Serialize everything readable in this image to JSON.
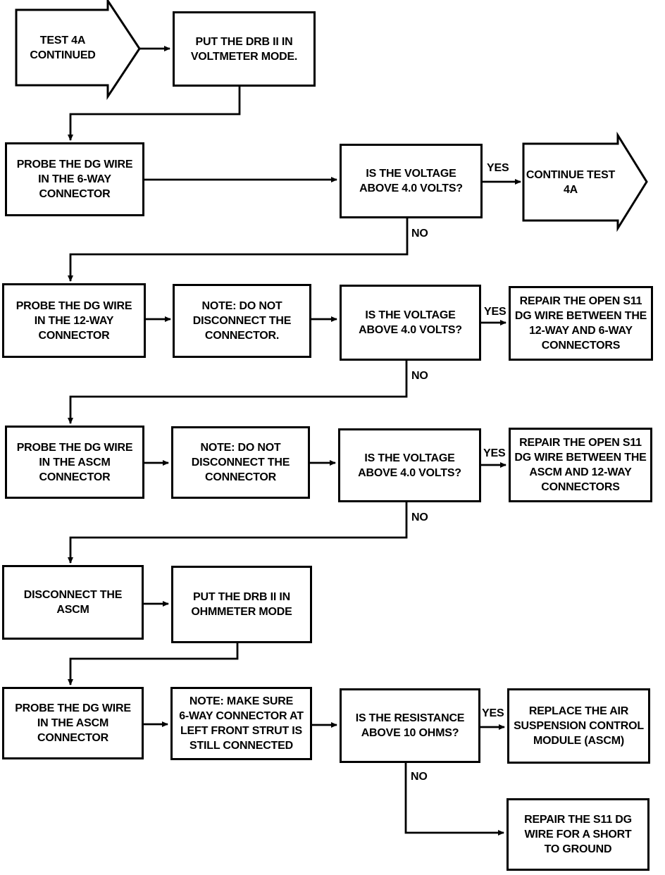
{
  "diagram": {
    "type": "flowchart",
    "colors": {
      "background": "#ffffff",
      "line": "#000000",
      "text": "#000000"
    },
    "nodes": {
      "test4a_continued": {
        "shape": "off-page-arrow",
        "label": "TEST 4A\nCONTINUED"
      },
      "put_drb_voltmeter": {
        "shape": "process",
        "label": "PUT THE DRB II IN\nVOLTMETER MODE."
      },
      "probe_6way": {
        "shape": "process",
        "label": "PROBE THE DG WIRE\nIN THE 6-WAY\nCONNECTOR"
      },
      "voltage_q1": {
        "shape": "decision",
        "label": "IS THE VOLTAGE\nABOVE 4.0 VOLTS?"
      },
      "continue_4a": {
        "shape": "off-page-arrow",
        "label": "CONTINUE TEST\n4A"
      },
      "probe_12way": {
        "shape": "process",
        "label": "PROBE THE DG WIRE\nIN THE 12-WAY\nCONNECTOR"
      },
      "note_do_not_disconnect_1": {
        "shape": "process",
        "label": "NOTE: DO NOT\nDISCONNECT THE\nCONNECTOR."
      },
      "voltage_q2": {
        "shape": "decision",
        "label": "IS THE VOLTAGE\nABOVE 4.0 VOLTS?"
      },
      "repair_open_s11_12way_6way": {
        "shape": "process",
        "label": "REPAIR THE OPEN S11\nDG WIRE BETWEEN THE\n12-WAY AND 6-WAY\nCONNECTORS"
      },
      "probe_ascm_1": {
        "shape": "process",
        "label": "PROBE THE DG WIRE\nIN THE ASCM\nCONNECTOR"
      },
      "note_do_not_disconnect_2": {
        "shape": "process",
        "label": "NOTE: DO NOT\nDISCONNECT THE\nCONNECTOR"
      },
      "voltage_q3": {
        "shape": "decision",
        "label": "IS THE VOLTAGE\nABOVE 4.0 VOLTS?"
      },
      "repair_open_s11_ascm_12way": {
        "shape": "process",
        "label": "REPAIR THE OPEN S11\nDG WIRE BETWEEN THE\nASCM AND 12-WAY\nCONNECTORS"
      },
      "disconnect_ascm": {
        "shape": "process",
        "label": "DISCONNECT THE\nASCM"
      },
      "put_drb_ohmmeter": {
        "shape": "process",
        "label": "PUT THE DRB II IN\nOHMMETER MODE"
      },
      "probe_ascm_2": {
        "shape": "process",
        "label": "PROBE THE DG WIRE\nIN THE ASCM\nCONNECTOR"
      },
      "note_make_sure_6way": {
        "shape": "process",
        "label": "NOTE: MAKE SURE\n6-WAY CONNECTOR AT\nLEFT FRONT STRUT IS\nSTILL CONNECTED"
      },
      "resistance_q": {
        "shape": "decision",
        "label": "IS THE RESISTANCE\nABOVE 10 OHMS?"
      },
      "replace_ascm": {
        "shape": "process",
        "label": "REPLACE THE AIR\nSUSPENSION CONTROL\nMODULE (ASCM)"
      },
      "repair_s11_short": {
        "shape": "process",
        "label": "REPAIR THE S11 DG\nWIRE FOR A SHORT\nTO GROUND"
      }
    },
    "edges": [
      {
        "from": "test4a_continued",
        "to": "put_drb_voltmeter"
      },
      {
        "from": "put_drb_voltmeter",
        "to": "probe_6way"
      },
      {
        "from": "probe_6way",
        "to": "voltage_q1"
      },
      {
        "from": "voltage_q1",
        "to": "continue_4a",
        "label": "YES"
      },
      {
        "from": "voltage_q1",
        "to": "probe_12way",
        "label": "NO"
      },
      {
        "from": "probe_12way",
        "to": "note_do_not_disconnect_1"
      },
      {
        "from": "note_do_not_disconnect_1",
        "to": "voltage_q2"
      },
      {
        "from": "voltage_q2",
        "to": "repair_open_s11_12way_6way",
        "label": "YES"
      },
      {
        "from": "voltage_q2",
        "to": "probe_ascm_1",
        "label": "NO"
      },
      {
        "from": "probe_ascm_1",
        "to": "note_do_not_disconnect_2"
      },
      {
        "from": "note_do_not_disconnect_2",
        "to": "voltage_q3"
      },
      {
        "from": "voltage_q3",
        "to": "repair_open_s11_ascm_12way",
        "label": "YES"
      },
      {
        "from": "voltage_q3",
        "to": "disconnect_ascm",
        "label": "NO"
      },
      {
        "from": "disconnect_ascm",
        "to": "put_drb_ohmmeter"
      },
      {
        "from": "put_drb_ohmmeter",
        "to": "probe_ascm_2"
      },
      {
        "from": "probe_ascm_2",
        "to": "note_make_sure_6way"
      },
      {
        "from": "note_make_sure_6way",
        "to": "resistance_q"
      },
      {
        "from": "resistance_q",
        "to": "replace_ascm",
        "label": "YES"
      },
      {
        "from": "resistance_q",
        "to": "repair_s11_short",
        "label": "NO"
      }
    ]
  }
}
